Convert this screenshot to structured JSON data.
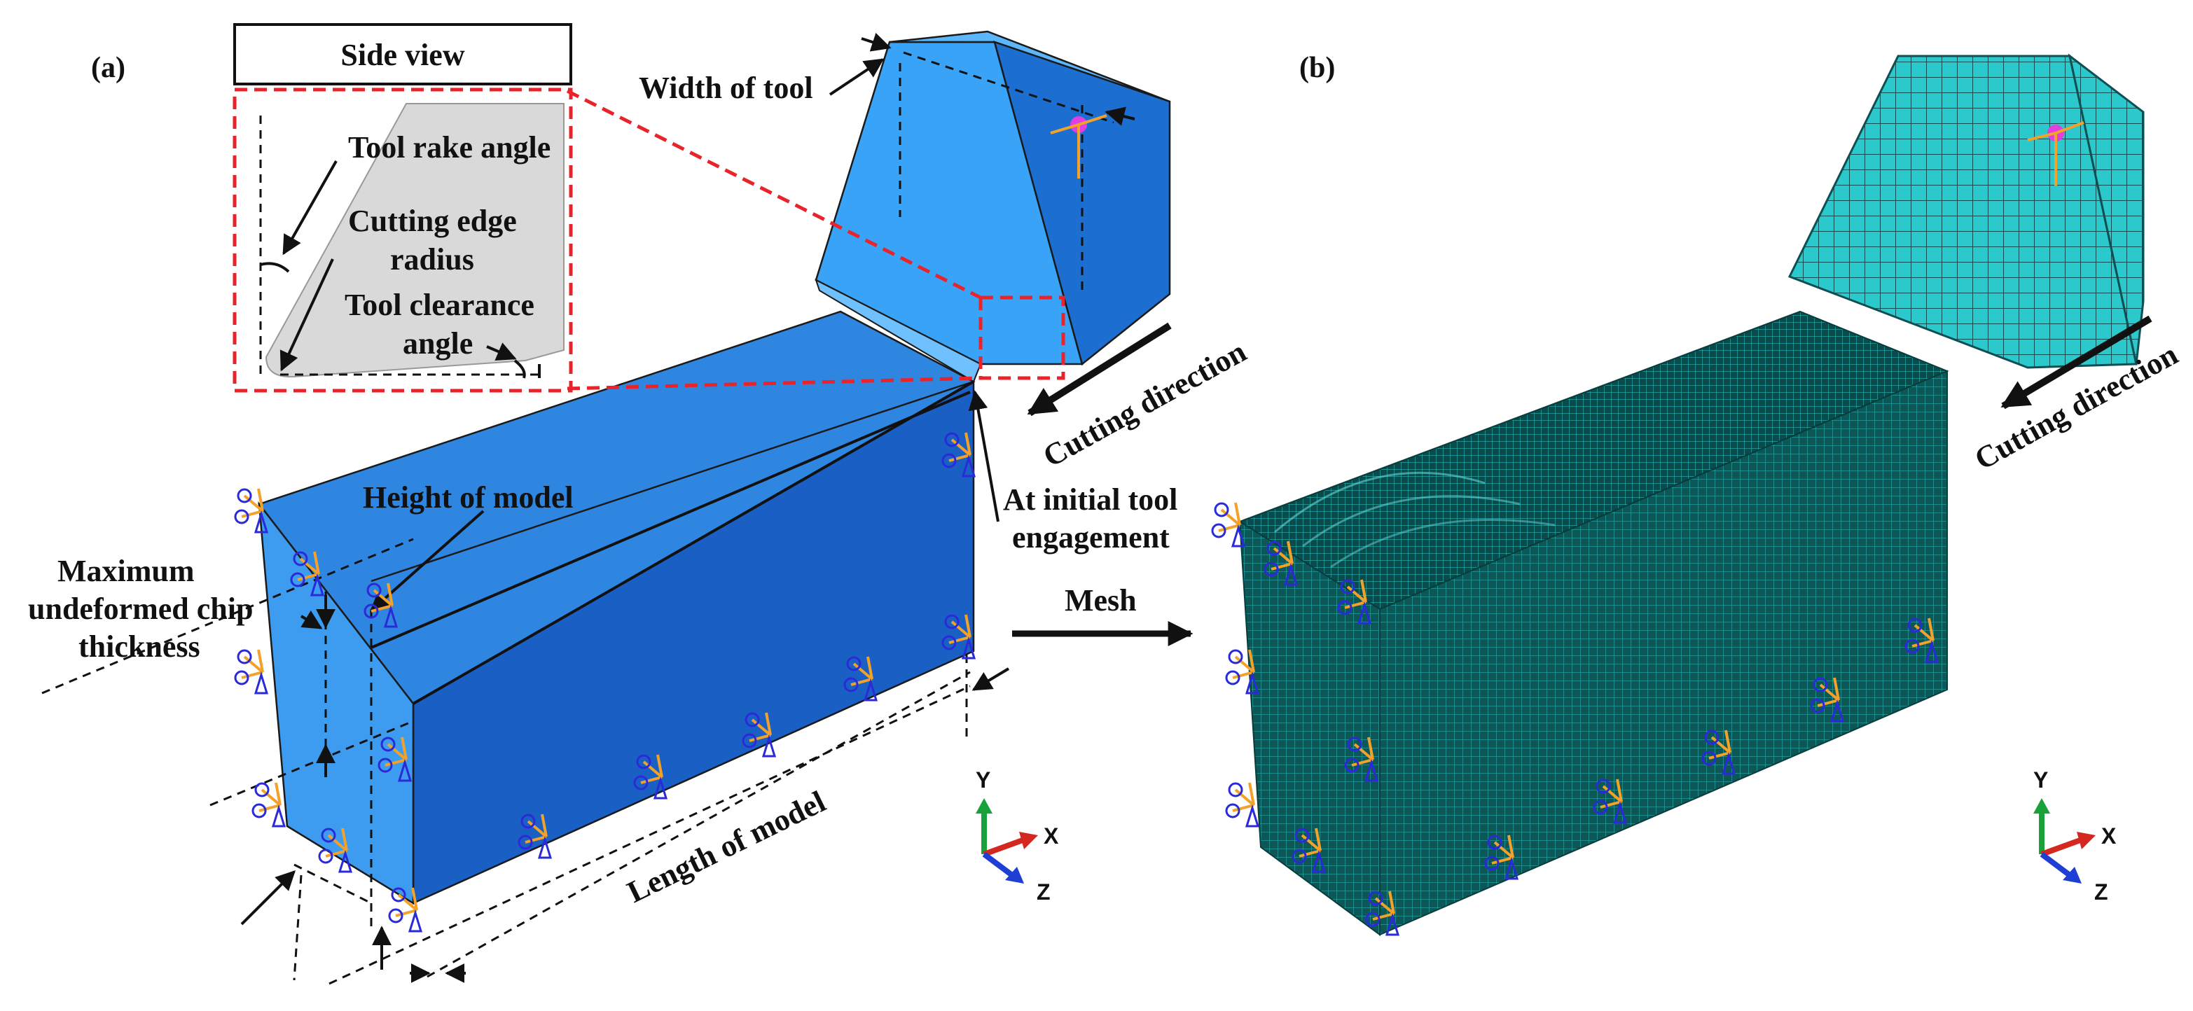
{
  "panels": {
    "a": "(a)",
    "b": "(b)"
  },
  "side_view": {
    "title": "Side view",
    "labels": {
      "rake": "Tool rake angle",
      "edge_radius_line1": "Cutting edge",
      "edge_radius_line2": "radius",
      "clearance_line1": "Tool clearance",
      "clearance_line2": "angle"
    }
  },
  "annotations": {
    "width_of_tool": "Width of tool",
    "height_of_model": "Height of model",
    "max_chip_line1": "Maximum",
    "max_chip_line2": "undeformed chip",
    "max_chip_line3": "thickness",
    "initial_engagement_line1": "At initial tool",
    "initial_engagement_line2": "engagement",
    "length_of_model": "Length of model",
    "cutting_direction": "Cutting direction",
    "mesh": "Mesh"
  },
  "axes": {
    "x": "X",
    "y": "Y",
    "z": "Z"
  },
  "colors": {
    "model_top": "#2f86e0",
    "model_front": "#1a5fc4",
    "model_end": "#3d9bf0",
    "tool_face": "#39a3f7",
    "tool_side": "#1c6fd0",
    "mesh_fill": "#0f5f5f",
    "mesh_tool": "#22c2c6",
    "red_box": "#e8232a"
  }
}
